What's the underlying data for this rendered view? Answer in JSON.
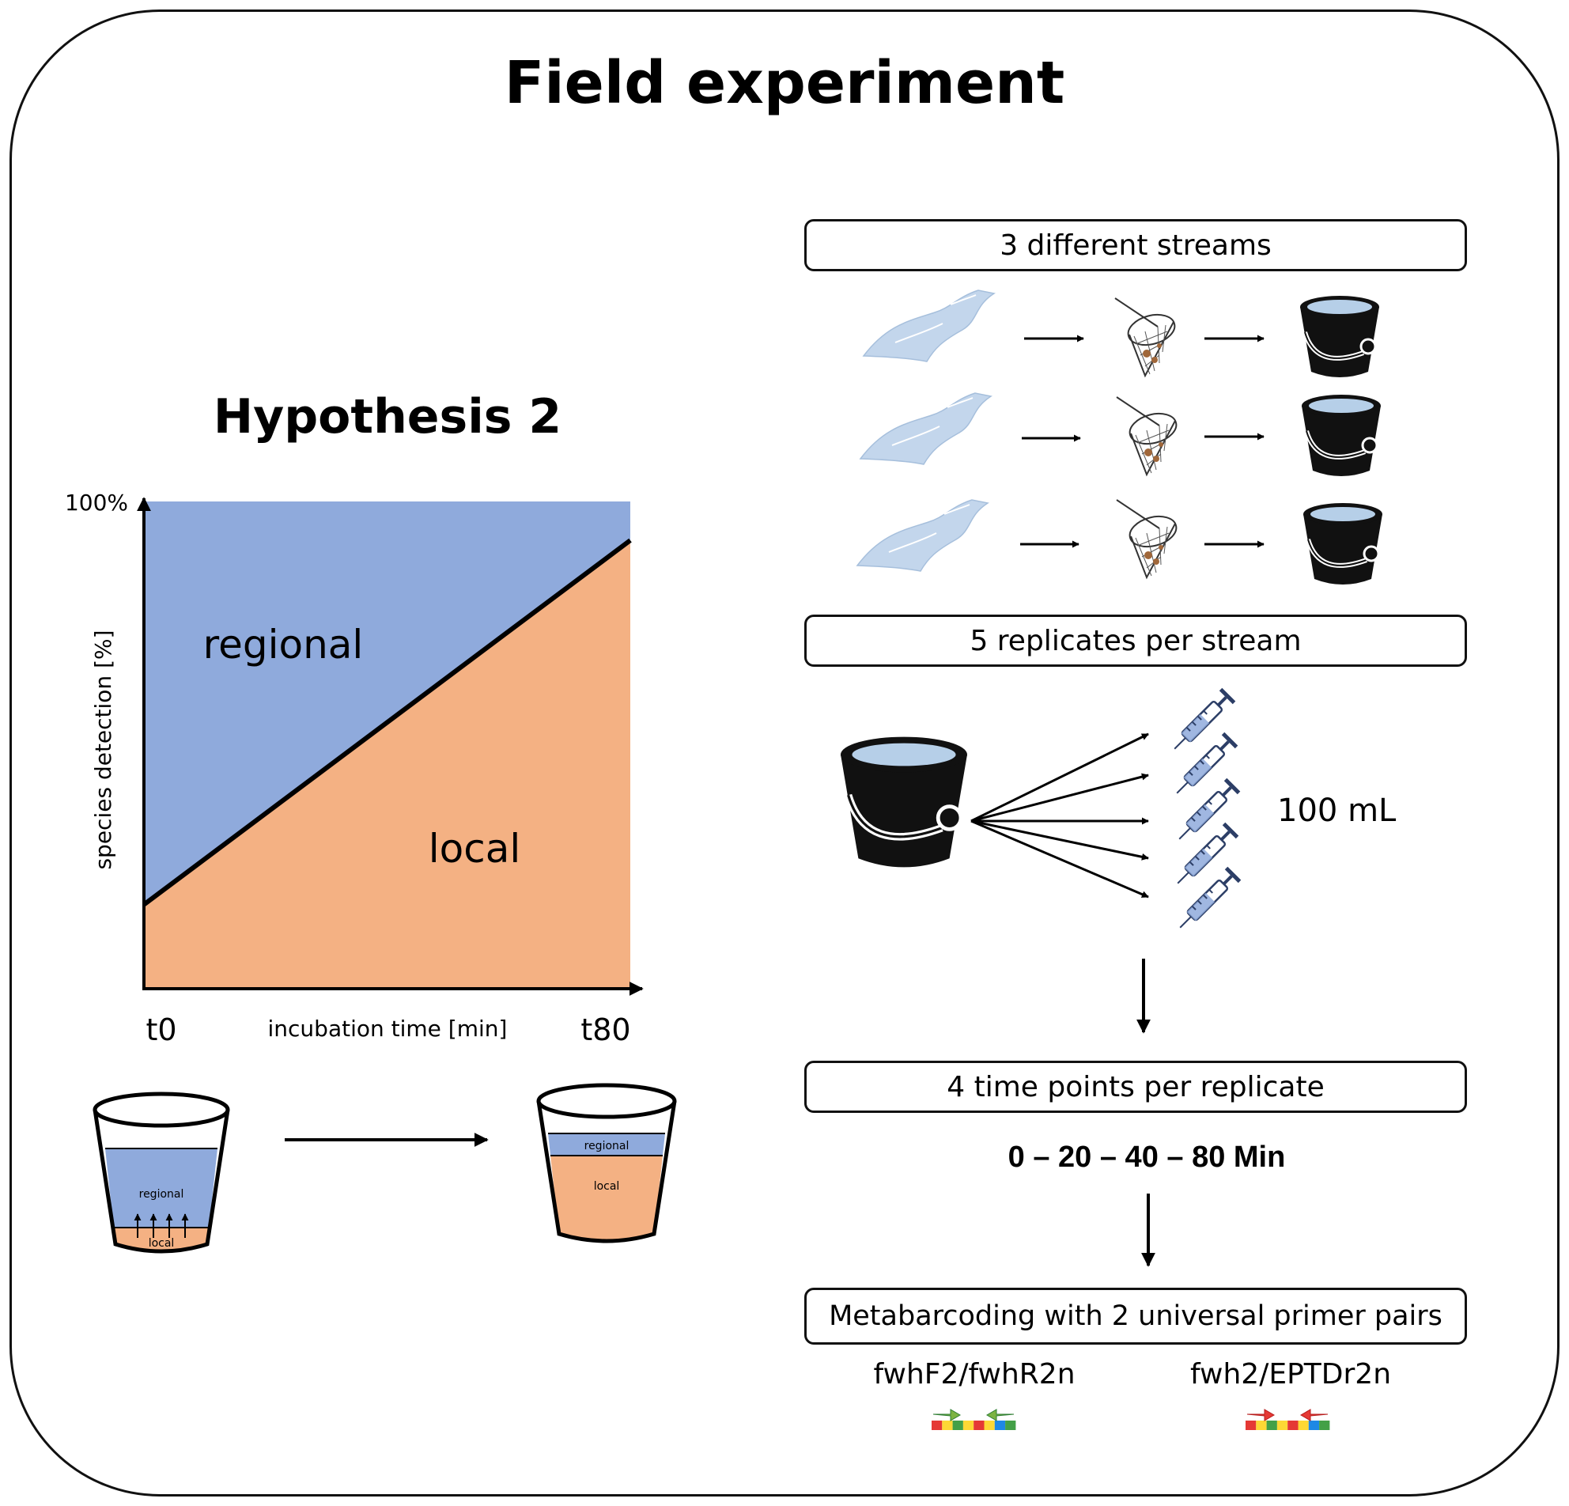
{
  "title": "Field experiment",
  "hypothesis": {
    "title": "Hypothesis 2",
    "y_axis_label": "species detection [%]",
    "y_tick": "100%",
    "x_axis_label": "incubation time [min]",
    "x_start_label": "t0",
    "x_end_label": "t80",
    "region_regional": "regional",
    "region_local": "local",
    "cup_start": {
      "upper_label": "regional",
      "lower_label": "local"
    },
    "cup_end": {
      "upper_label": "regional",
      "lower_label": "local"
    }
  },
  "chart_data": {
    "type": "area",
    "title": "Hypothesis 2",
    "xlabel": "incubation time [min]",
    "ylabel": "species detection [%]",
    "x": [
      0,
      80
    ],
    "x_tick_labels": [
      "t0",
      "t80"
    ],
    "ylim": [
      0,
      100
    ],
    "y_tick_labels": [
      "100%"
    ],
    "series": [
      {
        "name": "local",
        "values": [
          17,
          92
        ]
      },
      {
        "name": "regional",
        "values": [
          83,
          8
        ]
      }
    ],
    "grid": false,
    "colors": {
      "regional": "#8faadc",
      "local": "#f4b183",
      "divider": "#000000"
    }
  },
  "workflow": {
    "step1": "3 different streams",
    "step2": "5 replicates per stream",
    "volume": "100 mL",
    "step3": "4 time points per replicate",
    "timepoints": "0 – 20 – 40 – 80 Min",
    "step4": "Metabarcoding with 2 universal primer pairs",
    "primer_pair_1": "fwhF2/fwhR2n",
    "primer_pair_2": "fwh2/EPTDr2n"
  },
  "icons": {
    "stream": "stream-icon",
    "net": "dip-net-icon",
    "bucket": "bucket-icon",
    "syringe": "syringe-icon",
    "cup": "cup-icon",
    "primer": "primer-sequence-icon"
  },
  "colors": {
    "regional": "#8faadc",
    "local": "#f4b183",
    "water": "#b6cfe8",
    "stream": "#c3d6ec"
  }
}
